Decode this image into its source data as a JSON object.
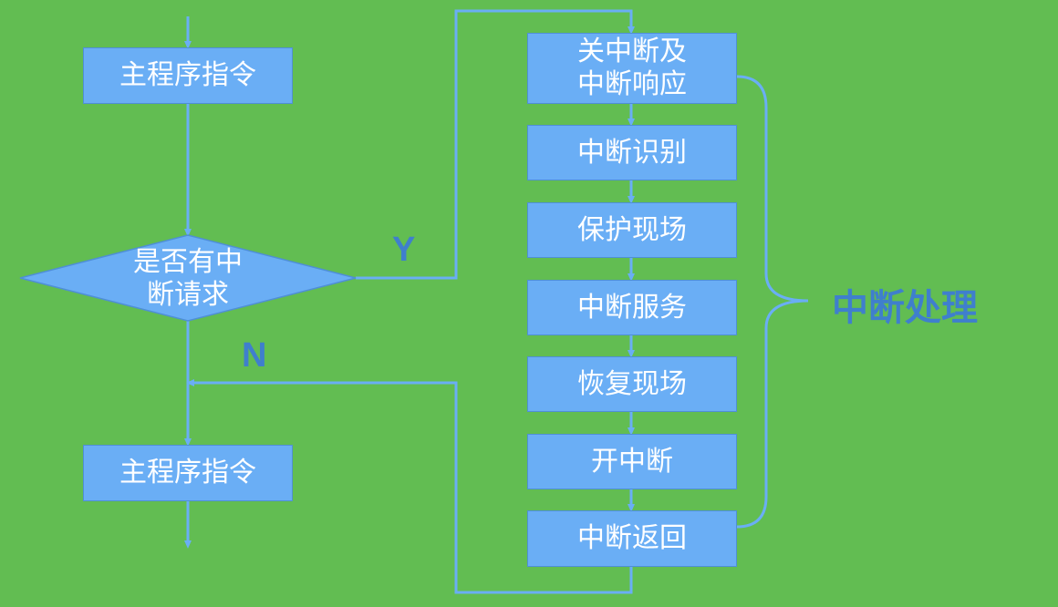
{
  "colors": {
    "background": "#62bd52",
    "box_fill": "#6aaef5",
    "box_border": "#4f8fd6",
    "connector": "#6aaef5",
    "label_text": "#3f7fcd",
    "box_text": "#ffffff"
  },
  "main_flow": {
    "top_instruction": "主程序指令",
    "decision": "是否有中\n断请求",
    "bottom_instruction": "主程序指令",
    "yes_label": "Y",
    "no_label": "N"
  },
  "interrupt_steps": [
    "关中断及\n中断响应",
    "中断识别",
    "保护现场",
    "中断服务",
    "恢复现场",
    "开中断",
    "中断返回"
  ],
  "group_label": "中断处理"
}
